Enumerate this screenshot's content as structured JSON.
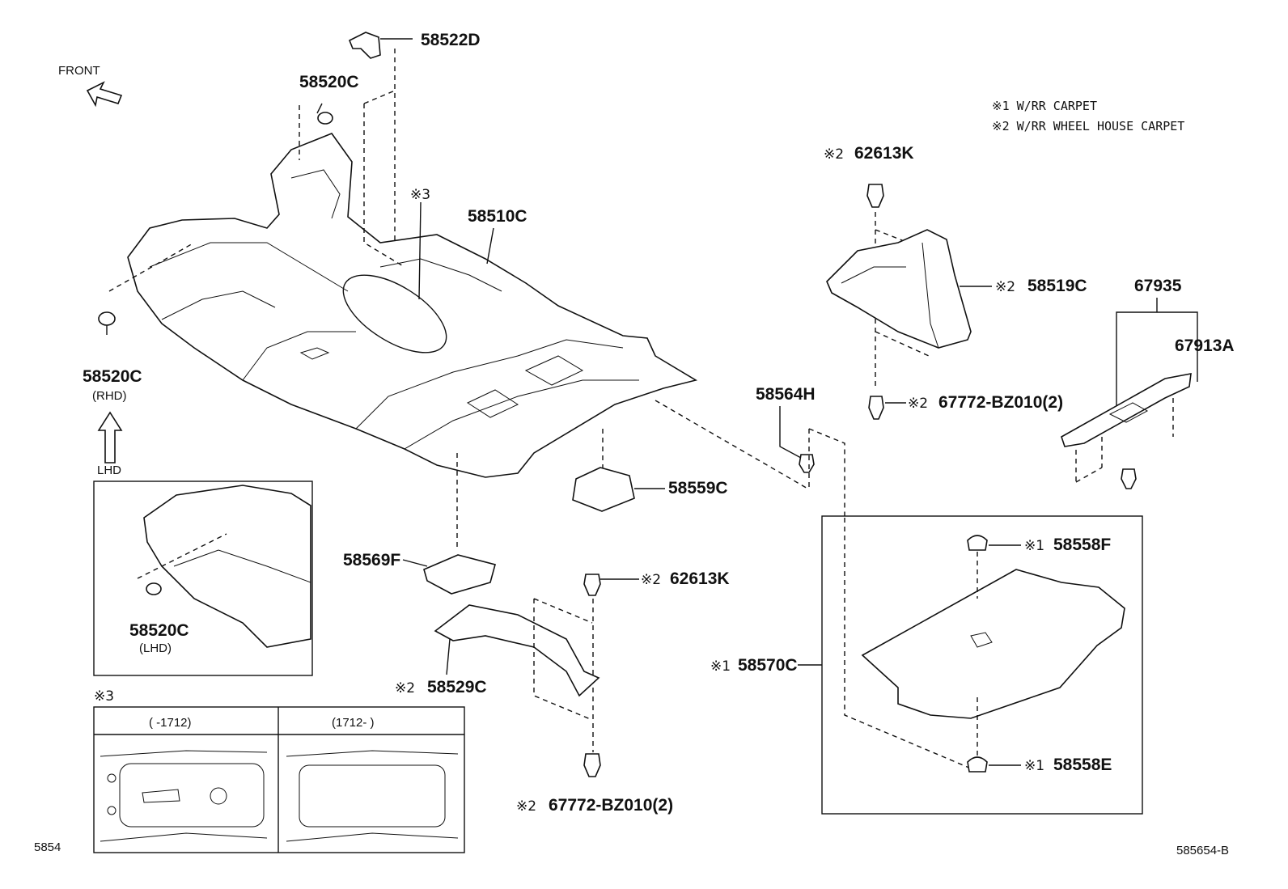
{
  "front_label": "FRONT",
  "lhd_label": "LHD",
  "legend": {
    "note1": "※1 W/RR CARPET",
    "note2": "※2 W/RR WHEEL HOUSE CARPET"
  },
  "marks": {
    "m1": "※1",
    "m2": "※2",
    "m3": "※3"
  },
  "parts": {
    "p58522D": "58522D",
    "p58520C_top": "58520C",
    "p58510C": "58510C",
    "p58520C_rhd": "58520C",
    "rhd_note": "(RHD)",
    "p58520C_lhd": "58520C",
    "lhd_note": "(LHD)",
    "p62613K_top": "62613K",
    "p58519C": "58519C",
    "p67772_top": "67772-BZ010(2)",
    "p67935": "67935",
    "p67913A": "67913A",
    "p58564H": "58564H",
    "p58559C": "58559C",
    "p58569F": "58569F",
    "p62613K_mid": "62613K",
    "p58529C": "58529C",
    "p67772_bot": "67772-BZ010(2)",
    "p58570C": "58570C",
    "p58558F": "58558F",
    "p58558E": "58558E"
  },
  "variant_table": {
    "col1": "(      -1712)",
    "col2": "(1712-      )"
  },
  "footer": {
    "left": "5854",
    "right": "585654-B"
  }
}
